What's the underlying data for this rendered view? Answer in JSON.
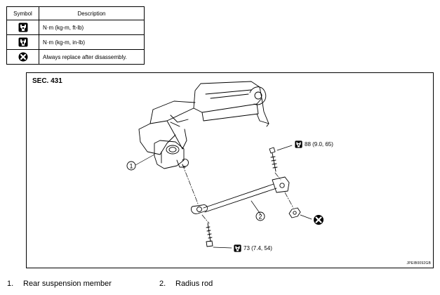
{
  "legend": {
    "headers": {
      "symbol": "Symbol",
      "description": "Description"
    },
    "rows": [
      {
        "icon": "torque-wrench-icon",
        "description": "N·m (kg-m, ft-lb)"
      },
      {
        "icon": "torque-wrench-small-icon",
        "description": "N·m (kg-m, in-lb)"
      },
      {
        "icon": "replace-x-icon",
        "description": "Always replace after disassembly."
      }
    ]
  },
  "diagram": {
    "section": "SEC. 431",
    "figure_id": "JPEIB0092GB",
    "callout_1": "1",
    "callout_2": "2",
    "torque_upper": "88 (9.0, 65)",
    "torque_lower": "73 (7.4, 54)"
  },
  "parts": [
    {
      "number": "1.",
      "name": "Rear suspension member"
    },
    {
      "number": "2.",
      "name": "Radius rod"
    }
  ]
}
